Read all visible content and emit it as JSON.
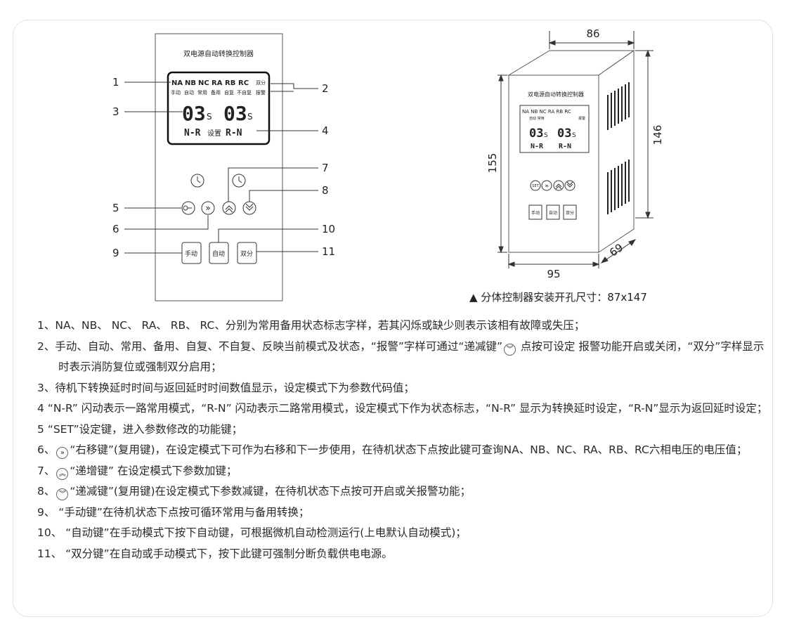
{
  "panel_front": {
    "title": "双电源自动转换控制器",
    "status_row": [
      "NA",
      "NB",
      "NC",
      "RA",
      "RB",
      "RC"
    ],
    "status_right": "双分",
    "mode_row": [
      "手动",
      "自动",
      "常用",
      "备用",
      "自复",
      "不自复",
      "报警"
    ],
    "digits_left": "03",
    "digits_right": "03",
    "digit_unit": "S",
    "bottom_left": "N-R",
    "bottom_mid": "设置",
    "bottom_right": "R-N",
    "buttons": {
      "manual": "手动",
      "auto": "自动",
      "split": "双分",
      "set_icon": "SET"
    },
    "callouts": [
      "1",
      "2",
      "3",
      "4",
      "5",
      "6",
      "7",
      "8",
      "9",
      "10",
      "11"
    ]
  },
  "panel_3d": {
    "title": "双电源自动转换控制器",
    "status_row": "NA NB NC RA RB RC",
    "mode_row_left": "自动 常用",
    "mode_row_right": "报警",
    "digits_left": "03",
    "digits_right": "03",
    "digit_unit": "S",
    "bottom_left": "N-R",
    "bottom_right": "R-N",
    "set_icon": "SET",
    "buttons": [
      "手动",
      "自动",
      "双分"
    ],
    "dimensions": {
      "top_width": "86",
      "front_height": "155",
      "side_height": "146",
      "front_width": "95",
      "depth": "69"
    }
  },
  "caption": "▲ 分体控制器安装开孔尺寸：87x147",
  "notes": [
    "1、NA、NB、 NC、 RA、 RB、 RC、分别为常用备用状态标志字样，若其闪烁或缺少则表示该相有故障或失压；",
    "2、手动、自动、常用、备用、自复、不自复、反映当前模式及状态，“报警”字样可通过“递减键”",
    " 点按可设定 报警功能开启或关闭，“双分”字样显示时表示消防复位或强制双分启用；",
    "3、待机下转换延时时间与返回延时时间数值显示，设定模式下为参数代码值；",
    "4 “N-R” 闪动表示一路常用模式，“R-N” 闪动表示二路常用模式，设定模式下作为状态标志，“N-R” 显示为转换延时设定，“R-N”显示为返回延时设定；",
    "5 “SET”设定键，进入参数修改的功能键；",
    "6、",
    "“右移键”(复用键)，在设定模式下可作为右移和下一步使用，在待机状态下点按此键可查询NA、NB、NC、RA、RB、RC六相电压的电压值；",
    "7、",
    "“递增键” 在设定模式下参数加键；",
    "8、",
    "“递减键”(复用键)在设定模式下参数减键，在待机状态下点按可开启或关报警功能；",
    "9、 “手动键”在待机状态下点按可循环常用与备用转换；",
    "10、 “自动键”在手动模式下按下自动键，可根据微机自动检测运行(上电默认自动模式)；",
    "11、 “双分键”在自动或手动模式下，按下此键可强制分断负载供电电源。"
  ],
  "icons": {
    "right_shift": "»",
    "increment": "︽",
    "decrement": "︾"
  }
}
